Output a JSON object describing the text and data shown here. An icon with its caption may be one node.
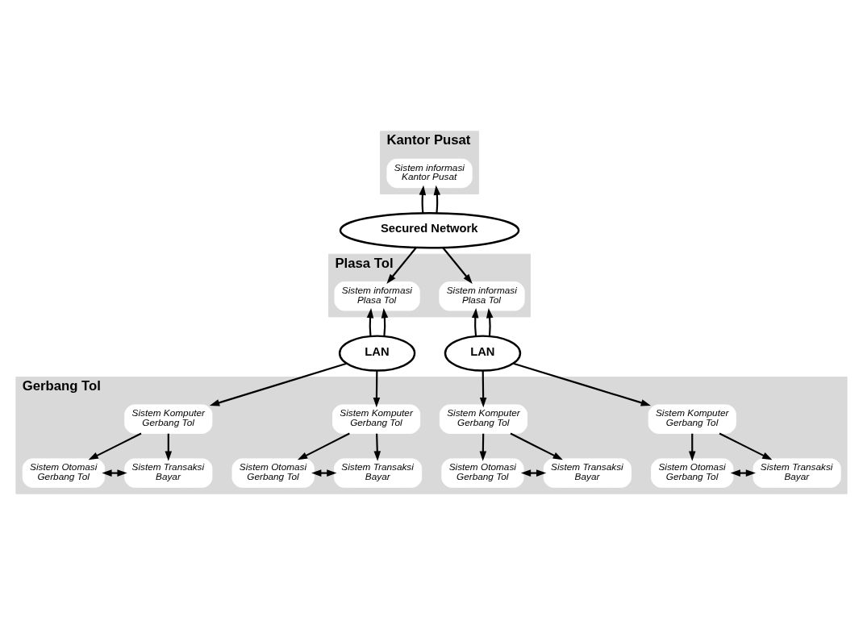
{
  "diagram": {
    "nodes": [
      {
        "text": [
          "Kantor Pusat"
        ]
      },
      {
        "text": [
          "Sistem informasi Kantor Pusat"
        ],
        "in": 0
      },
      {
        "text": [
          "Secured Network"
        ]
      },
      {
        "text": [
          "Plasa Tol"
        ]
      },
      {
        "text": [
          "Sistem informasi Plasa Tol"
        ],
        "in": 3
      },
      {
        "text": [
          "Sistem informasi Plasa Tol"
        ],
        "in": 3
      },
      {
        "text": [
          "LAN"
        ]
      },
      {
        "text": [
          "LAN"
        ]
      },
      {
        "text": [
          "Gerbang Tol"
        ]
      },
      {
        "text": [
          "Sistem Komputer Gerbang Tol"
        ],
        "in": 8
      },
      {
        "text": [
          "Sistem Komputer Gerbang Tol"
        ],
        "in": 8
      },
      {
        "text": [
          "Sistem Komputer Gerbang Tol"
        ],
        "in": 8
      },
      {
        "text": [
          "Sistem Komputer Gerbang Tol"
        ],
        "in": 8
      },
      {
        "text": [
          "Sistem Otomasi Gerbang Tol"
        ],
        "in": 8
      },
      {
        "text": [
          "Sistem Transaksi Bayar"
        ],
        "in": 8
      },
      {
        "text": [
          "Sistem Otomasi Gerbang Tol"
        ],
        "in": 8
      },
      {
        "text": [
          "Sistem Transaksi Bayar"
        ],
        "in": 8
      },
      {
        "text": [
          "Sistem Otomasi Gerbang Tol"
        ],
        "in": 8
      },
      {
        "text": [
          "Sistem Transaksi Bayar"
        ],
        "in": 8
      },
      {
        "text": [
          "Sistem Otomasi Gerbang Tol"
        ],
        "in": 8
      },
      {
        "text": [
          "Sistem Transaksi Bayar"
        ],
        "in": 8
      }
    ],
    "edges": [
      {
        "from": 2,
        "to": 1,
        "arrow": "to"
      },
      {
        "from": 2,
        "to": 1,
        "arrow": "to"
      },
      {
        "from": 2,
        "to": 4,
        "arrow": "to"
      },
      {
        "from": 2,
        "to": 5,
        "arrow": "to"
      },
      {
        "from": 6,
        "to": 4,
        "arrow": "to"
      },
      {
        "from": 6,
        "to": 4,
        "arrow": "to"
      },
      {
        "from": 7,
        "to": 5,
        "arrow": "to"
      },
      {
        "from": 7,
        "to": 5,
        "arrow": "to"
      },
      {
        "from": 6,
        "to": 9,
        "arrow": "to"
      },
      {
        "from": 6,
        "to": 10,
        "arrow": "to"
      },
      {
        "from": 7,
        "to": 11,
        "arrow": "to"
      },
      {
        "from": 7,
        "to": 12,
        "arrow": "to"
      },
      {
        "from": 9,
        "to": 13,
        "arrow": "to"
      },
      {
        "from": 9,
        "to": 14,
        "arrow": "to"
      },
      {
        "from": 10,
        "to": 15,
        "arrow": "to"
      },
      {
        "from": 10,
        "to": 16,
        "arrow": "to"
      },
      {
        "from": 11,
        "to": 17,
        "arrow": "to"
      },
      {
        "from": 11,
        "to": 18,
        "arrow": "to"
      },
      {
        "from": 12,
        "to": 19,
        "arrow": "to"
      },
      {
        "from": 12,
        "to": 20,
        "arrow": "to"
      },
      {
        "from": 13,
        "to": 14,
        "arrow": "both"
      },
      {
        "from": 15,
        "to": 16,
        "arrow": "both"
      },
      {
        "from": 17,
        "to": 18,
        "arrow": "both"
      },
      {
        "from": 19,
        "to": 20,
        "arrow": "both"
      }
    ]
  }
}
